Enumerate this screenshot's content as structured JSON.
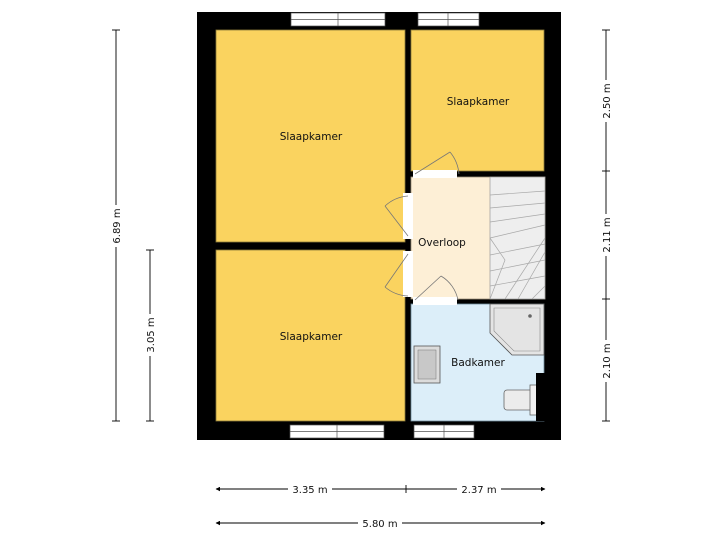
{
  "colors": {
    "bedroom": "#fad35f",
    "landing": "#fdefd6",
    "bathroom": "#dceef9",
    "wall": "#000000",
    "door": "#7a7a7a",
    "stairs": "#eeeeee"
  },
  "rooms": {
    "slaapkamer_1": "Slaapkamer",
    "slaapkamer_2": "Slaapkamer",
    "slaapkamer_3": "Slaapkamer",
    "overloop": "Overloop",
    "badkamer": "Badkamer"
  },
  "dimensions": {
    "left_total": "6.89 m",
    "left_lower": "3.05 m",
    "right_top": "2.50 m",
    "right_middle": "2.11 m",
    "right_bottom": "2.10 m",
    "bottom_left": "3.35 m",
    "bottom_right": "2.37 m",
    "bottom_total": "5.80 m"
  }
}
